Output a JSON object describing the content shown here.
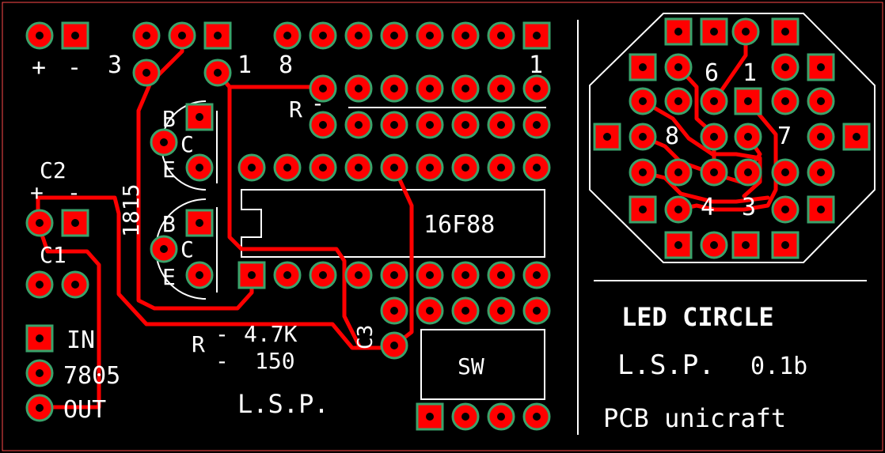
{
  "colors": {
    "background": "#000000",
    "copper": "#ff0000",
    "pad_ring": "#3aa36b",
    "silkscreen": "#ffffff",
    "outline": "#ff4a4a"
  },
  "labels": {
    "plus1": "+",
    "minus1": "-",
    "three": "3",
    "one": "1",
    "eight": "8",
    "one_right": "1",
    "r_top": "R",
    "c2": "C2",
    "c2_plus": "+",
    "c2_minus": "-",
    "c1": "C1",
    "t1_b": "B",
    "t1_c": "C",
    "t1_e": "E",
    "t2_b": "B",
    "t2_c": "C",
    "t2_e": "E",
    "t_part": "1815",
    "ic": "16F88",
    "in": "IN",
    "reg": "7805",
    "out": "OUT",
    "r_bottom": "R",
    "r_47k": "4.7K",
    "r_150": "150",
    "lsp_left": "L.S.P.",
    "c3": "C3",
    "sw": "SW",
    "led_6": "6",
    "led_1": "1",
    "led_8": "8",
    "led_7": "7",
    "led_4": "4",
    "led_3": "3",
    "title": "LED CIRCLE",
    "lsp": "L.S.P.",
    "version": "0.1b",
    "maker": "PCB unicraft"
  }
}
